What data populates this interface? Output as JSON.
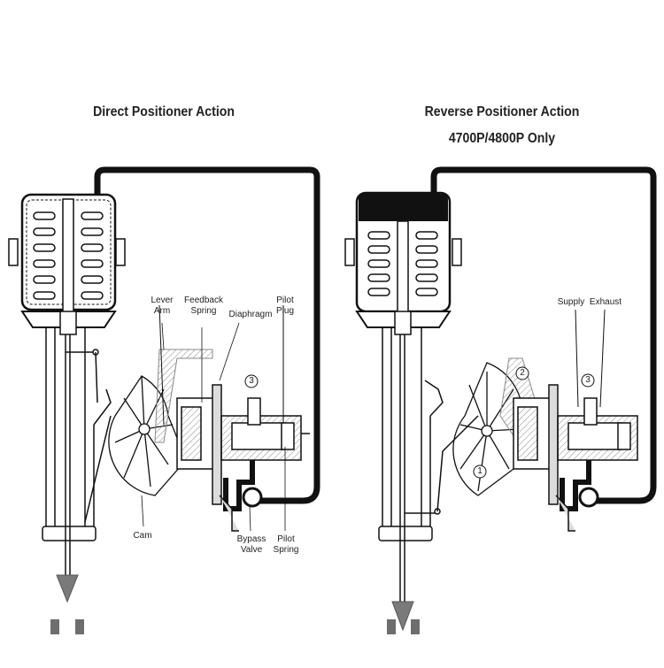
{
  "left_panel": {
    "title": "Direct Positioner Action",
    "labels": {
      "lever_arm": "Lever\nArm",
      "feedback_spring": "Feedback\nSpring",
      "diaphragm": "Diaphragm",
      "pilot_plug": "Pilot\nPlug",
      "cam": "Cam",
      "bypass_valve": "Bypass\nValve",
      "pilot_spring": "Pilot\nSpring",
      "port_number": "3"
    }
  },
  "right_panel": {
    "title": "Reverse Positioner Action",
    "subtitle": "4700P/4800P Only",
    "labels": {
      "supply": "Supply",
      "exhaust": "Exhaust",
      "port_2": "2",
      "port_3": "3",
      "port_1": "1"
    }
  },
  "colors": {
    "line": "#111111",
    "grey_fill": "#dcdcdc",
    "dark_fill": "#111111",
    "arrow": "#7a7a7a",
    "square": "#6e6e6e"
  }
}
